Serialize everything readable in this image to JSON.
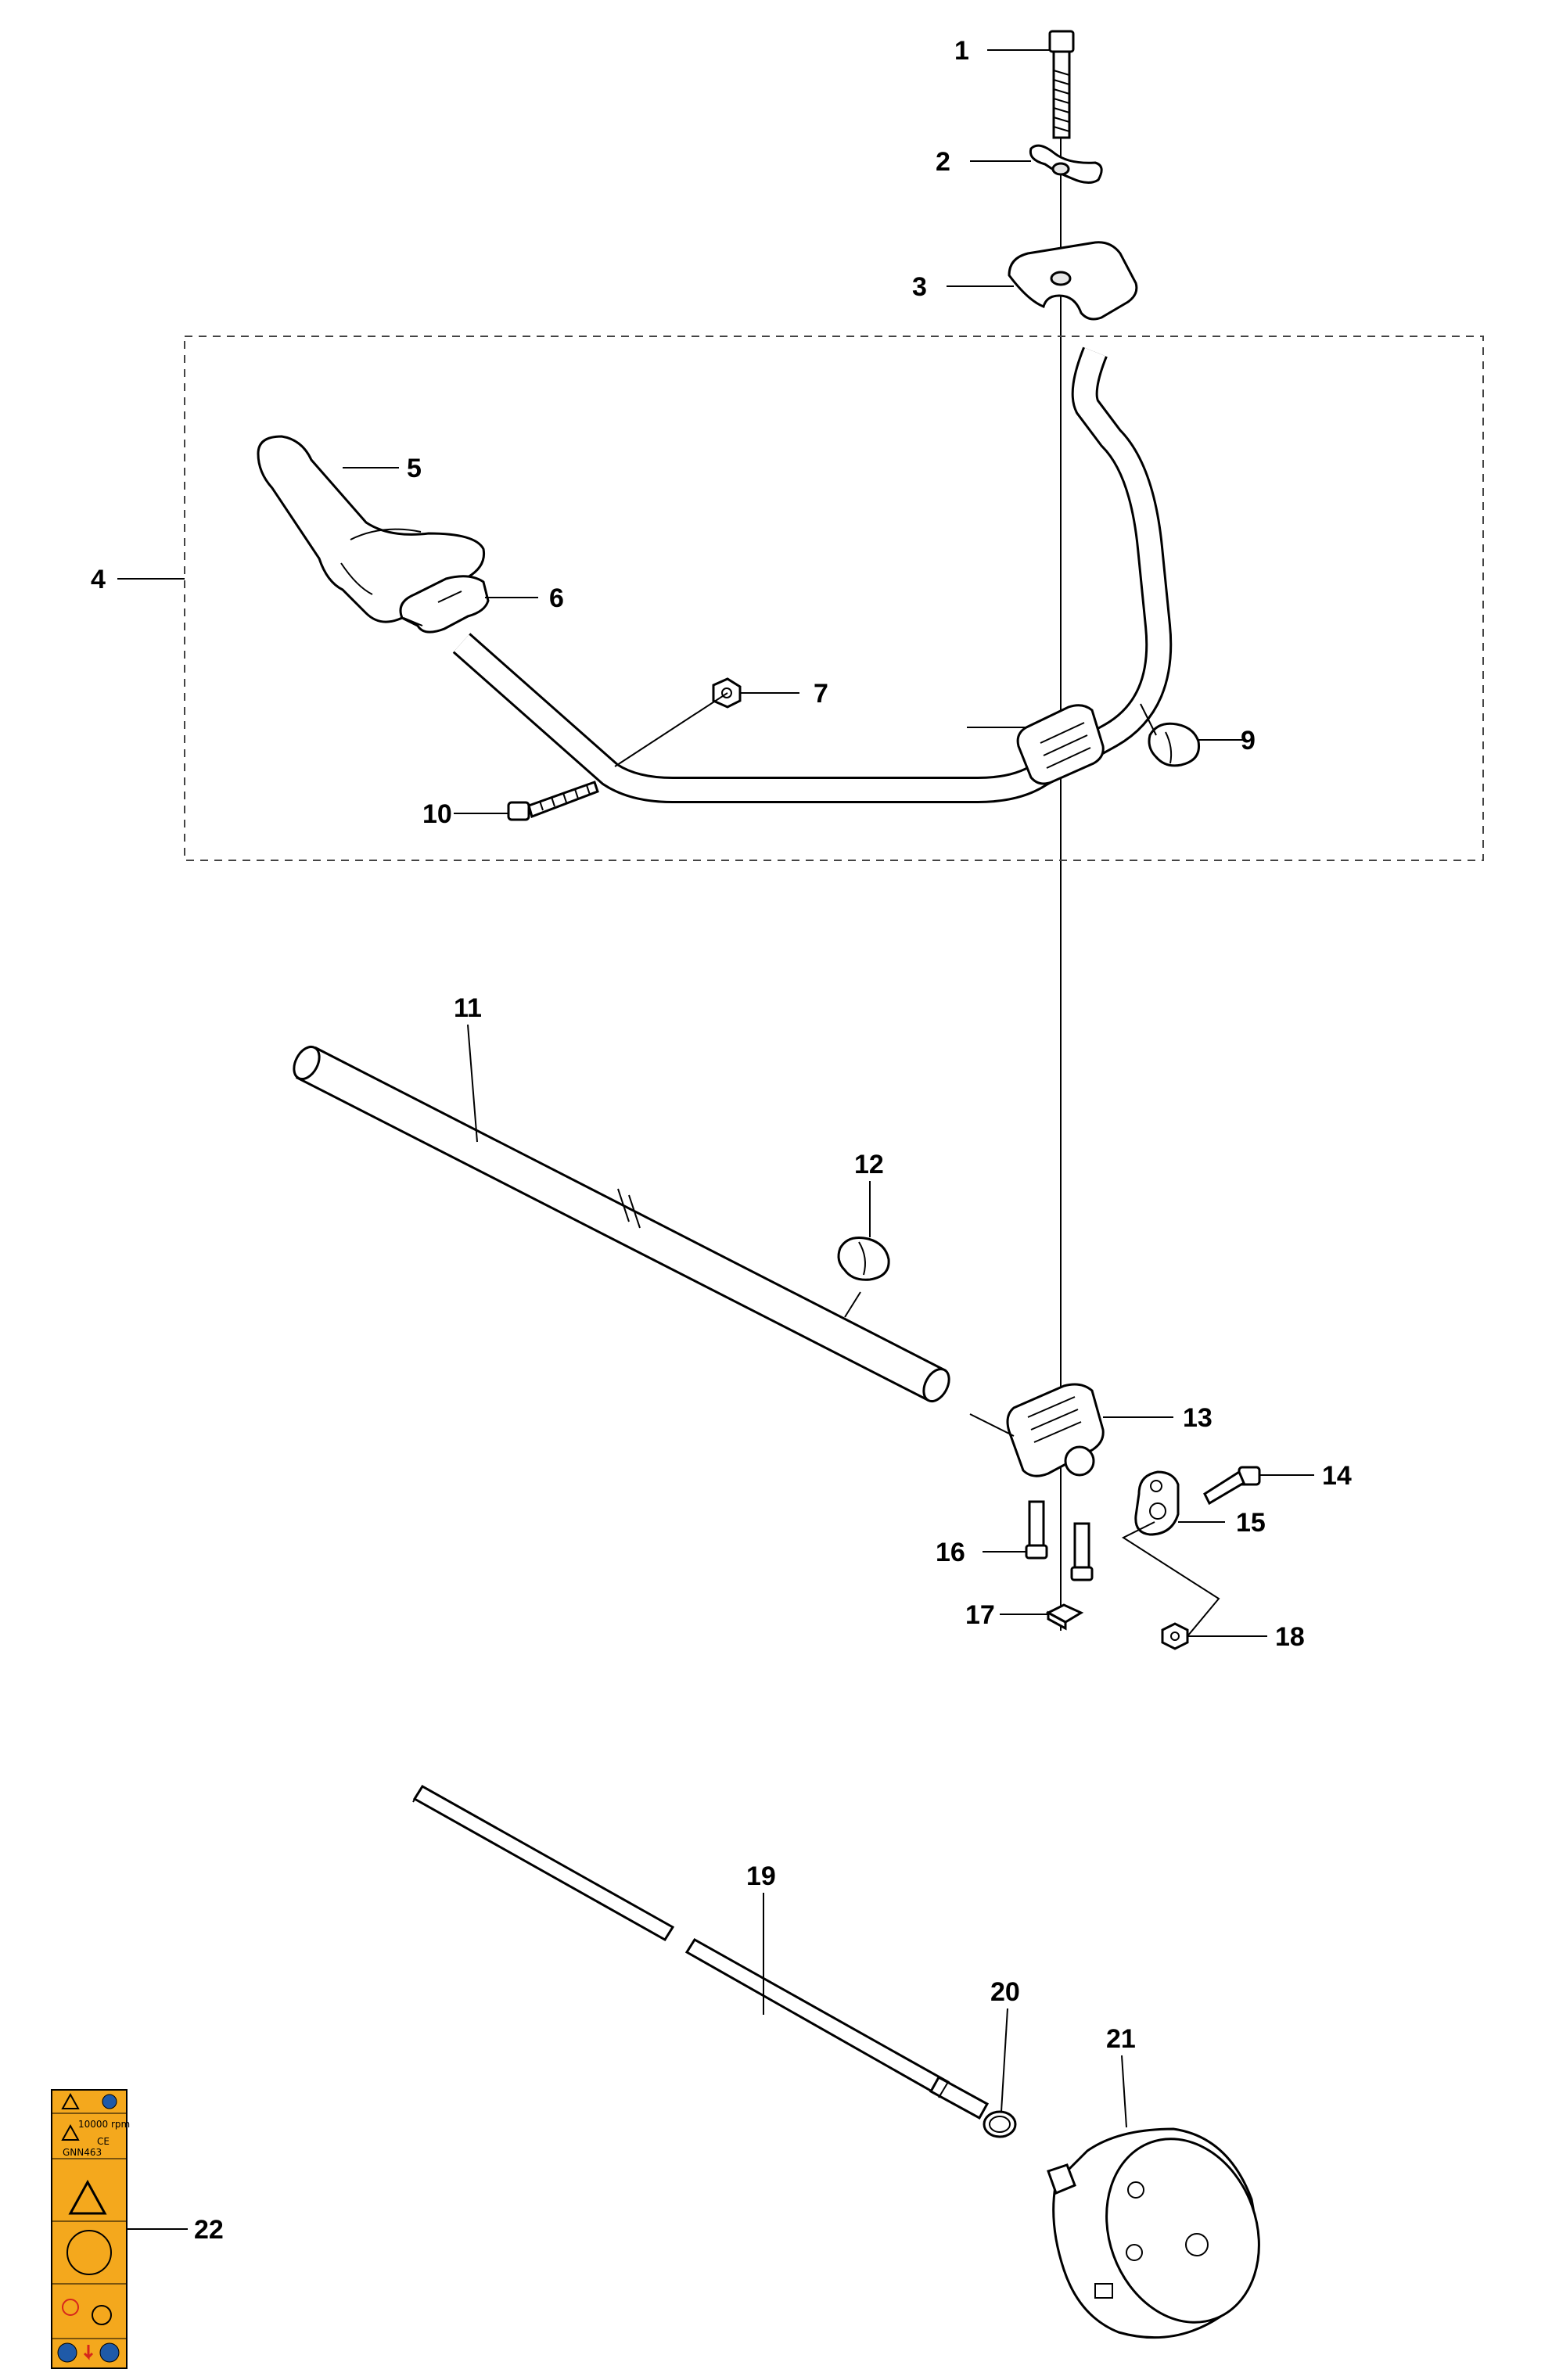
{
  "callouts": [
    {
      "id": 1,
      "label": "1"
    },
    {
      "id": 2,
      "label": "2"
    },
    {
      "id": 3,
      "label": "3"
    },
    {
      "id": 4,
      "label": "4"
    },
    {
      "id": 5,
      "label": "5"
    },
    {
      "id": 6,
      "label": "6"
    },
    {
      "id": 7,
      "label": "7"
    },
    {
      "id": 9,
      "label": "9"
    },
    {
      "id": 10,
      "label": "10"
    },
    {
      "id": 11,
      "label": "11"
    },
    {
      "id": 12,
      "label": "12"
    },
    {
      "id": 13,
      "label": "13"
    },
    {
      "id": 14,
      "label": "14"
    },
    {
      "id": 15,
      "label": "15"
    },
    {
      "id": 16,
      "label": "16"
    },
    {
      "id": 17,
      "label": "17"
    },
    {
      "id": 18,
      "label": "18"
    },
    {
      "id": 19,
      "label": "19"
    },
    {
      "id": 20,
      "label": "20"
    },
    {
      "id": 21,
      "label": "21"
    },
    {
      "id": 22,
      "label": "22"
    }
  ],
  "label_sheet": {
    "rpm": "10000 rpm",
    "ce": "CE",
    "code": "GNN463"
  },
  "colors": {
    "label_orange": "#f4a81d",
    "label_blue": "#1f5aa8",
    "label_red": "#d6261c"
  }
}
